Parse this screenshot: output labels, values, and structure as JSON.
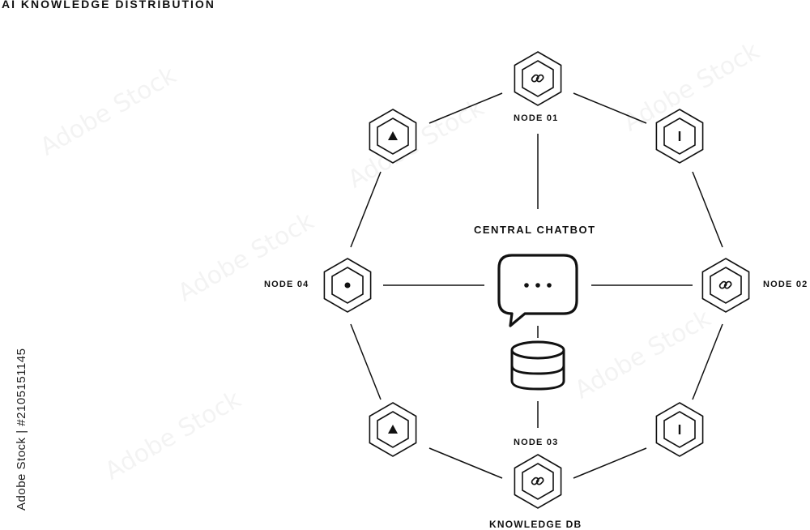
{
  "title": "AI KNOWLEDGE DISTRIBUTION",
  "side_text": "Adobe Stock | #2105151145",
  "center_label": "CENTRAL CHATBOT",
  "labels": {
    "node01": "NODE 01",
    "node02": "NODE 02",
    "node03": "NODE 03",
    "node04": "NODE 04",
    "knowledge_db": "KNOWLEDGE DB"
  },
  "icons": {
    "top": "link-icon",
    "top_right": "bar-icon",
    "right": "link-icon",
    "bottom_right": "bar-icon",
    "bottom": "link-icon",
    "bottom_left": "triangle-icon",
    "left": "dot-icon",
    "top_left": "triangle-icon",
    "center_chat": "chat-bubble-icon",
    "center_db": "database-icon"
  },
  "colors": {
    "stroke": "#111111",
    "background": "#ffffff"
  }
}
